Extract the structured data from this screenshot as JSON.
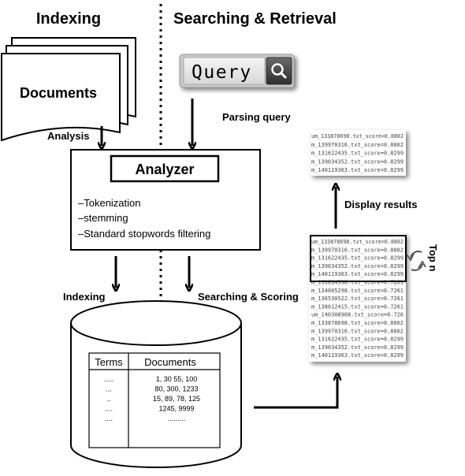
{
  "headers": {
    "indexing": "Indexing",
    "searching": "Searching & Retrieval"
  },
  "documents_label": "Documents",
  "analysis_label": "Analysis",
  "query": {
    "text": "Query",
    "search_icon": "search-icon"
  },
  "parsing_label": "Parsing query",
  "analyzer": {
    "title": "Analyzer",
    "steps": [
      "–Tokenization",
      "–stemming",
      "–Standard stopwords filtering"
    ]
  },
  "flow_labels": {
    "indexing": "Indexing",
    "searching_scoring": "Searching & Scoring",
    "display_results": "Display results",
    "top_n": "Top n"
  },
  "index_table": {
    "headers": [
      "Terms",
      "Documents"
    ],
    "rows": [
      [
        ".....",
        "1, 30 55, 100"
      ],
      [
        "...",
        "80, 300, 1233"
      ],
      [
        "..",
        "15, 89, 78, 125"
      ],
      [
        "....",
        "1245, 9999"
      ],
      [
        "....",
        "........."
      ]
    ]
  },
  "top_results": [
    "um_133878698.txt_score=0.8802",
    "m_139970316.txt_score=0.8802",
    "m_131622435.txt_score=0.8299",
    "m_139034352.txt_score=0.8299",
    "m_140119363.txt_score=0.8299"
  ],
  "all_results": [
    "um_133878698.txt_score=0.8802",
    "m_139970316.txt_score=0.8802",
    "m_131622435.txt_score=0.8299",
    "m_139034352.txt_score=0.8299",
    "m_140119363.txt_score=0.8299",
    "m_131614330.txt_score=0.7261",
    "m_134005298.txt_score=0.7261",
    "m_136530522.txt_score=0.7261",
    "m_138012415.txt_score=0.7261",
    "um_140308908.txt_score=0.726",
    "m_133878698.txt_score=0.8802",
    "m_139970316.txt_score=0.8802",
    "m_131622435.txt_score=0.8299",
    "m_139034352.txt_score=0.8299",
    "m_140119363.txt_score=0.8299"
  ]
}
